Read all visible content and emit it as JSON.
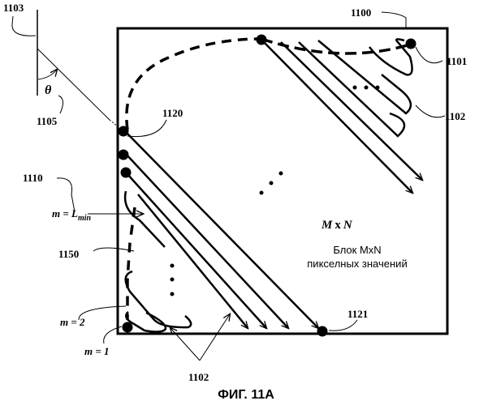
{
  "labels": {
    "ref_1103": "1103",
    "ref_1100": "1100",
    "ref_1101": "1101",
    "ref_1102_right": "1102",
    "ref_1105": "1105",
    "theta": "θ",
    "ref_1120": "1120",
    "ref_1110": "1110",
    "m_lmin_m": "m = L",
    "m_lmin_sub": "min",
    "ref_1150": "1150",
    "m_2": "m = 2",
    "m_1": "m = 1",
    "ref_1102_bottom": "1102",
    "ref_1121": "1121",
    "block_m": "M",
    "block_x": "x",
    "block_n": "N",
    "block_line1": "Блок MxN",
    "block_line2": "пикселных значений",
    "caption": "ФИГ. 11А"
  }
}
